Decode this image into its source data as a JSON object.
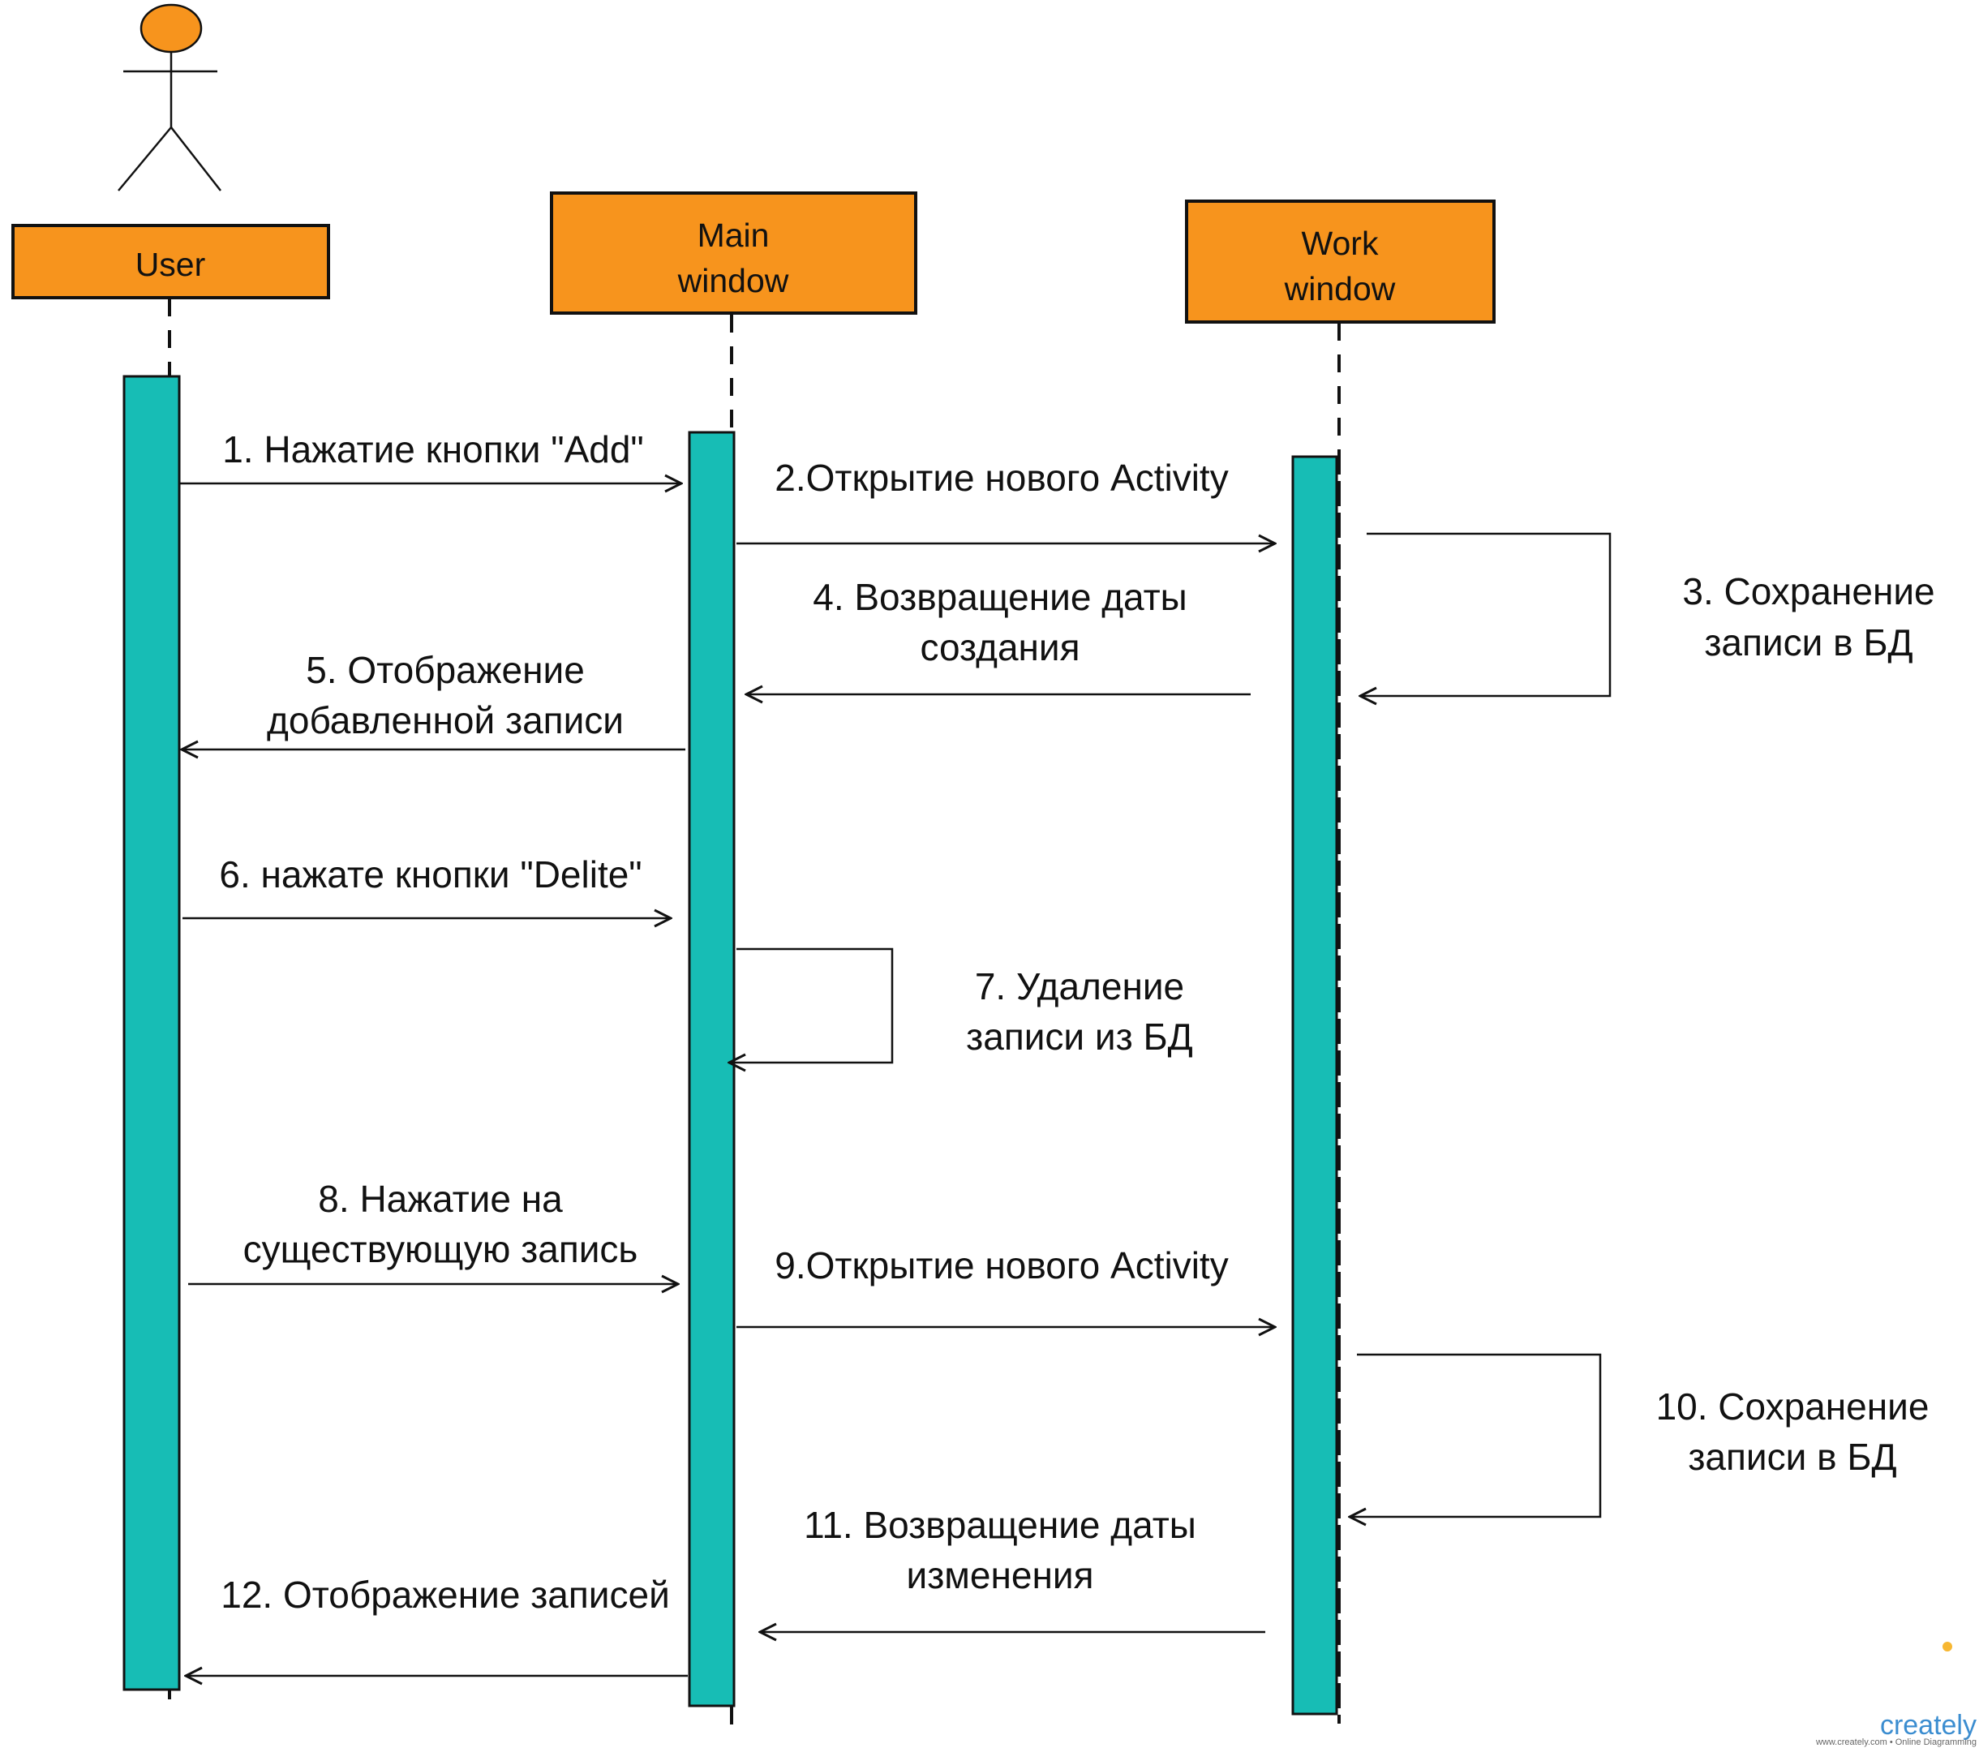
{
  "diagram": {
    "actors": {
      "user": "User",
      "main_window": [
        "Main",
        "window"
      ],
      "work_window": [
        "Work",
        "window"
      ]
    },
    "messages": {
      "m1": [
        "1. Нажатие кнопки \"Add\""
      ],
      "m2": [
        "2.Открытие нового Activity"
      ],
      "m3": [
        "3. Сохранение",
        "записи в БД"
      ],
      "m4": [
        "4. Возвращение даты",
        "создания"
      ],
      "m5": [
        "5. Отображение",
        "добавленной записи"
      ],
      "m6": [
        "6. нажате кнопки \"Delite\""
      ],
      "m7": [
        "7. Удаление",
        "записи из БД"
      ],
      "m8": [
        "8. Нажатие на",
        "существующую запись"
      ],
      "m9": [
        "9.Открытие нового Activity"
      ],
      "m10": [
        "10. Сохранение",
        "записи в БД"
      ],
      "m11": [
        "11. Возвращение даты",
        "изменения"
      ],
      "m12": [
        "12. Отображение записей"
      ]
    },
    "colors": {
      "actor_fill": "#F7941D",
      "activation_fill": "#17BDB5",
      "line": "#111111"
    }
  },
  "watermark": {
    "brand": "creately",
    "tagline": "www.creately.com • Online Diagramming"
  }
}
